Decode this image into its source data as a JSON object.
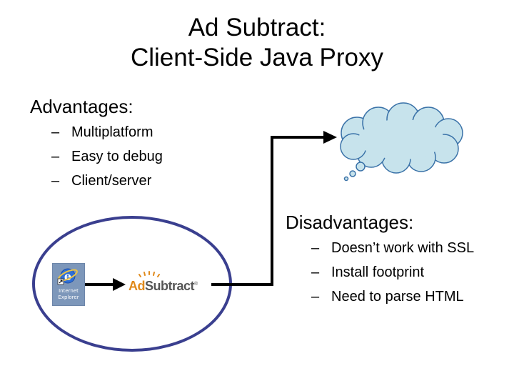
{
  "slide": {
    "title_line1": "Ad Subtract:",
    "title_line2": "Client-Side Java Proxy"
  },
  "advantages": {
    "heading": "Advantages:",
    "items": [
      "Multiplatform",
      "Easy to debug",
      "Client/server"
    ]
  },
  "disadvantages": {
    "heading": "Disadvantages:",
    "items": [
      "Doesn’t work with SSL",
      "Install footprint",
      "Need to parse HTML"
    ]
  },
  "bullet_marker": "–",
  "ie_icon": {
    "icon": "internet-explorer-icon",
    "label_line1": "Internet",
    "label_line2": "Explorer"
  },
  "adsubtract_logo": {
    "part1": "Ad",
    "part2": "Subtract",
    "mark": "®",
    "accent_color": "#e08a1c"
  },
  "colors": {
    "ellipse": "#3a3f8f",
    "cloud_fill": "#c7e3ec",
    "cloud_stroke": "#3a72a8",
    "arrow": "#000000"
  }
}
